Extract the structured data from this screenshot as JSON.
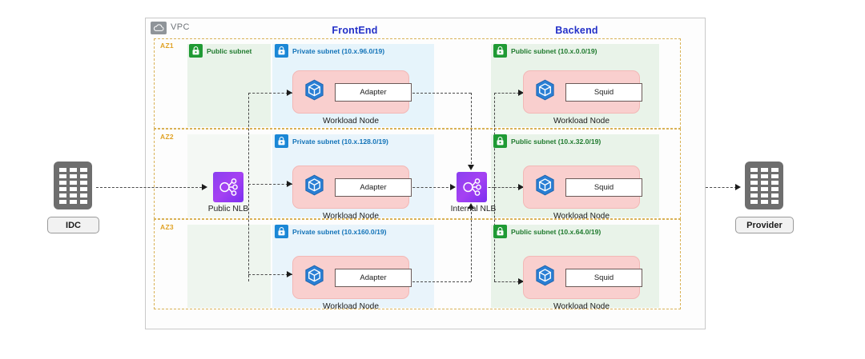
{
  "diagram": {
    "vpc_label": "VPC",
    "vpc_icon": "vpc-cloud-icon",
    "columns": {
      "frontend": "FrontEnd",
      "backend": "Backend"
    },
    "availability_zones": [
      {
        "id": "AZ1",
        "label": "AZ1"
      },
      {
        "id": "AZ2",
        "label": "AZ2"
      },
      {
        "id": "AZ3",
        "label": "AZ3"
      }
    ],
    "public_subnet_left": {
      "label": "Public subnet",
      "icon": "green-lock-icon"
    },
    "frontend_subnets": [
      {
        "label": "Private subnet (10.x.96.0/19)",
        "icon": "blue-lock-icon"
      },
      {
        "label": "Private subnet (10.x.128.0/19)",
        "icon": "blue-lock-icon"
      },
      {
        "label": "Private subnet (10.x160.0/19)",
        "icon": "blue-lock-icon"
      }
    ],
    "backend_subnets": [
      {
        "label": "Public subnet (10.x.0.0/19)",
        "icon": "green-lock-icon"
      },
      {
        "label": "Public subnet (10.x.32.0/19)",
        "icon": "green-lock-icon"
      },
      {
        "label": "Public subnet (10.x.64.0/19)",
        "icon": "green-lock-icon"
      }
    ],
    "frontend_nodes": [
      {
        "service": "Adapter",
        "caption": "Workload Node",
        "icon": "container-cube-icon"
      },
      {
        "service": "Adapter",
        "caption": "Workload Node",
        "icon": "container-cube-icon"
      },
      {
        "service": "Adapter",
        "caption": "Workload Node",
        "icon": "container-cube-icon"
      }
    ],
    "backend_nodes": [
      {
        "service": "Squid",
        "caption": "Workload Node",
        "icon": "container-cube-icon"
      },
      {
        "service": "Squid",
        "caption": "Workload Node",
        "icon": "container-cube-icon"
      },
      {
        "service": "Squid",
        "caption": "Workload Node",
        "icon": "container-cube-icon"
      }
    ],
    "load_balancers": [
      {
        "label": "Public NLB",
        "icon": "network-load-balancer-icon"
      },
      {
        "label": "Internal NLB",
        "icon": "network-load-balancer-icon"
      }
    ],
    "external": [
      {
        "label": "IDC",
        "icon": "datacenter-server-icon"
      },
      {
        "label": "Provider",
        "icon": "datacenter-server-icon"
      }
    ],
    "colors": {
      "public_subnet": "#1f9a34",
      "private_subnet": "#1b87d6",
      "az_border": "#d9b257",
      "column_title": "#2330c8",
      "workload_node": "#f9cfce",
      "nlb": "#8a3ff0",
      "external_server": "#6e6e6e"
    }
  }
}
